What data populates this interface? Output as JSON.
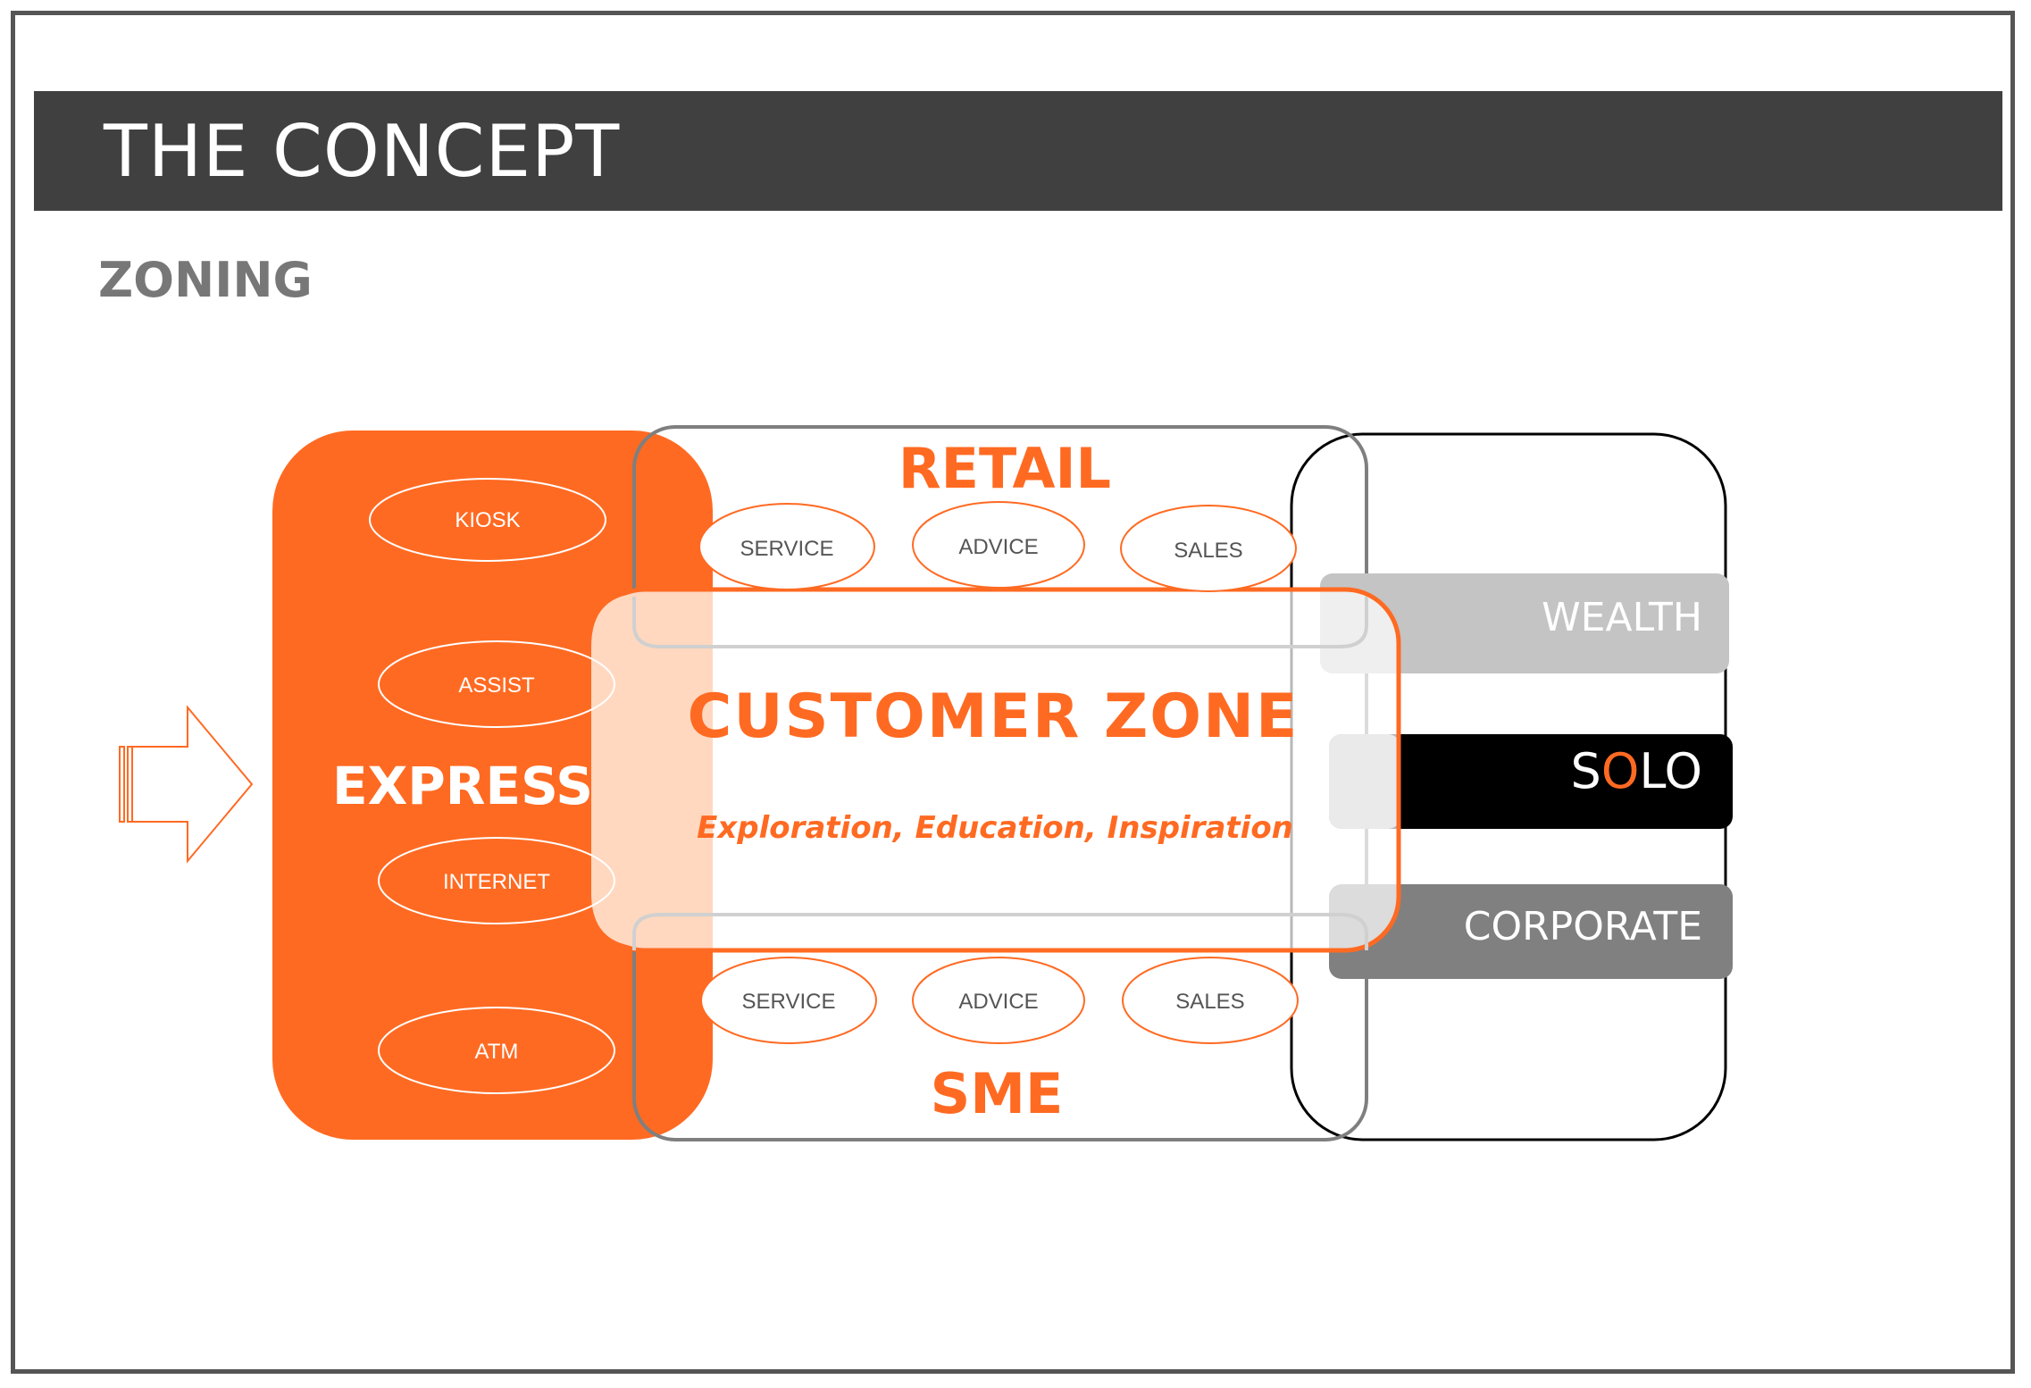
{
  "header": {
    "title": "THE CONCEPT"
  },
  "section": {
    "subtitle": "ZONING"
  },
  "colors": {
    "orange": "#ff6a22",
    "dark_gray": "#404040",
    "light_peach": "#ffd8bf",
    "wealth_gray": "#c4c4c4",
    "solo_black": "#000000",
    "corporate_gray": "#808080"
  },
  "express": {
    "label": "EXPRESS",
    "channels": [
      "KIOSK",
      "ASSIST",
      "INTERNET",
      "ATM"
    ]
  },
  "retail": {
    "label": "RETAIL",
    "items": [
      "SERVICE",
      "ADVICE",
      "SALES"
    ]
  },
  "sme": {
    "label": "SME",
    "items": [
      "SERVICE",
      "ADVICE",
      "SALES"
    ]
  },
  "customer_zone": {
    "title": "CUSTOMER ZONE",
    "tagline": "Exploration, Education, Inspiration"
  },
  "segments": {
    "wealth": "WEALTH",
    "solo_s": "S",
    "solo_o": "O",
    "solo_lo": "LO",
    "corporate": "CORPORATE"
  },
  "entry_arrow": {
    "icon": "arrow-right-icon"
  }
}
